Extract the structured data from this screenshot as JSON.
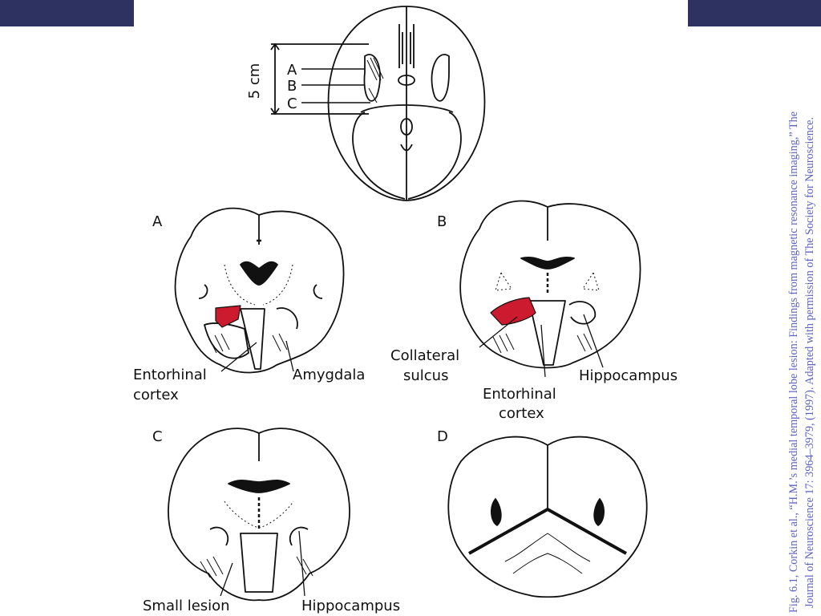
{
  "colors": {
    "bar": "#2e3261",
    "caption": "#5b63c4",
    "lesion": "#cc1a2e",
    "ink": "#111111"
  },
  "scale_bar": {
    "label": "5 cm",
    "levels": [
      "A",
      "B",
      "C"
    ]
  },
  "panels": {
    "A": {
      "letter": "A",
      "labels": [
        "Entorhinal",
        "cortex",
        "Amygdala"
      ]
    },
    "B": {
      "letter": "B",
      "labels": [
        "Collateral",
        "sulcus",
        "Entorhinal",
        "cortex",
        "Hippocampus"
      ]
    },
    "C": {
      "letter": "C",
      "labels": [
        "Small lesion",
        "Hippocampus"
      ]
    },
    "D": {
      "letter": "D"
    }
  },
  "caption": {
    "line1": "Fig. 6.1, Corkin et al., “H.M.’s medial temporal lobe lesion: Findings from magnetic resonance imaging,” The",
    "line2": "Journal of Neuroscience 17: 3964–3979, (1997). Adapted with permission of The Society for Neuroscience."
  }
}
